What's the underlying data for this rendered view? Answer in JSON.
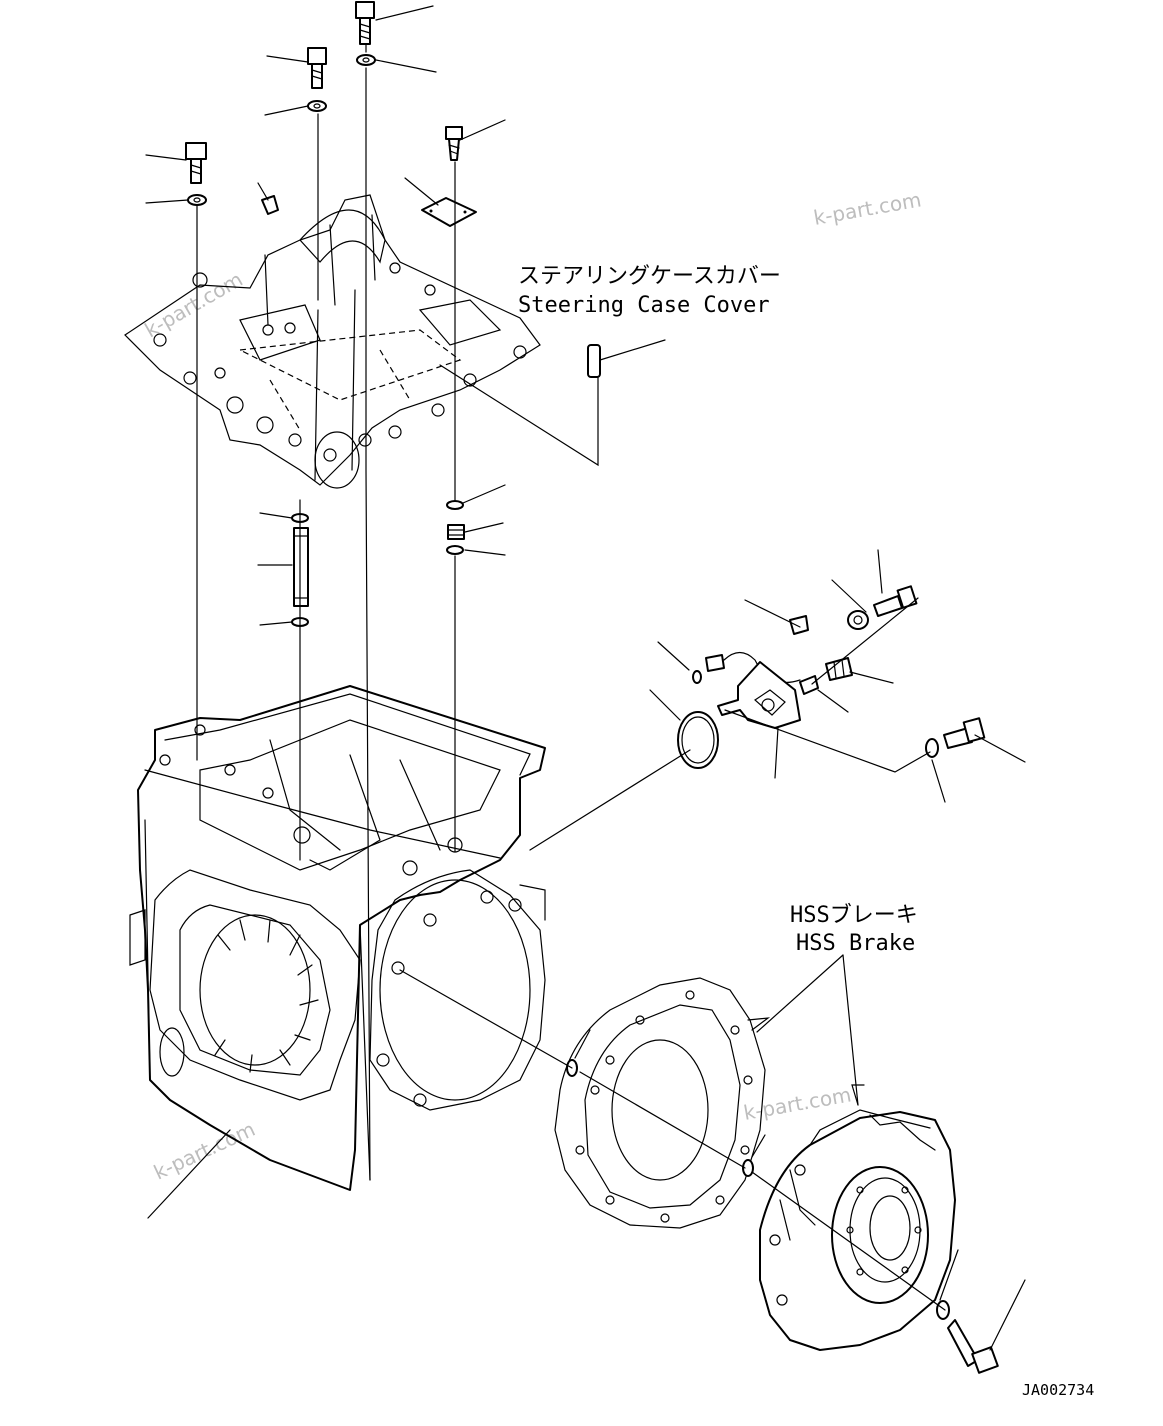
{
  "callouts": {
    "steering_case_cover_jp": "ステアリングケースカバー",
    "steering_case_cover_en": "Steering Case Cover",
    "hss_brake_jp": "HSSブレーキ",
    "hss_brake_en": "HSS Brake"
  },
  "watermarks": [
    "k-part.com",
    "k-part.com",
    "k-part.com",
    "k-part.com"
  ],
  "drawing_code": "JA002734"
}
